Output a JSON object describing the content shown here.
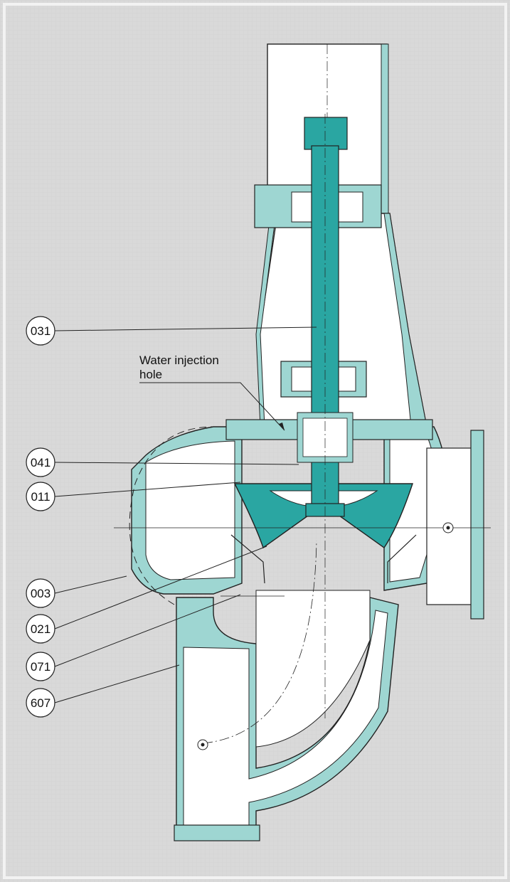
{
  "colors": {
    "background": "#d8d8d8",
    "casing": "#9ed6d2",
    "rotor": "#2aa6a2",
    "line": "#222222",
    "white": "#ffffff"
  },
  "annotation": {
    "line1": "Water injection",
    "line2": "hole"
  },
  "callouts": [
    {
      "label": "031"
    },
    {
      "label": "041"
    },
    {
      "label": "011"
    },
    {
      "label": "003"
    },
    {
      "label": "021"
    },
    {
      "label": "071"
    },
    {
      "label": "607"
    }
  ]
}
